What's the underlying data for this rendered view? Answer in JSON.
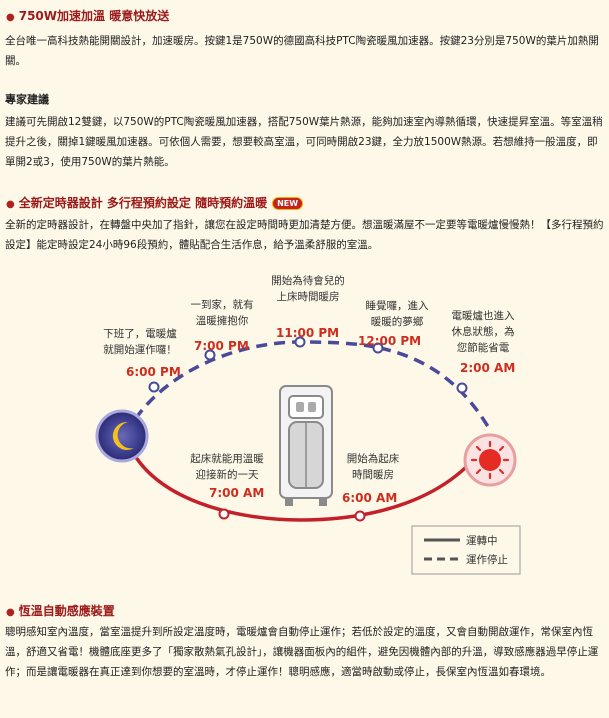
{
  "section1": {
    "title": "750W加速加溫 暖意快放送",
    "body": "全台唯一高科技熱能開關設計，加速暖房。按鍵1是750W的德國高科技PTC陶瓷暖風加速器。按鍵23分別是750W的葉片加熱開關。"
  },
  "expert": {
    "title": "專家建議",
    "body": "建議可先開啟12雙鍵，以750W的PTC陶瓷暖風加速器，搭配750W葉片熱源，能夠加速室內導熱循環，快速提昇室溫。等室溫稍提升之後，關掉1鍵暖風加速器。可依個人需要，想要較高室溫，可同時開啟23鍵，全力放1500W熱源。若想維持一般溫度，即單開2或3，使用750W的葉片熱能。"
  },
  "section2": {
    "title": "全新定時器設計 多行程預約設定 隨時預約溫暖",
    "badge": "NEW",
    "body": "全新的定時器設計，在轉盤中央加了指針，讓您在設定時間時更加清楚方便。想溫暖滿屋不一定要等電暖爐慢慢熱！【多行程預約設定】能定時設定24小時96段預約，體貼配合生活作息，給予溫柔舒服的室溫。"
  },
  "diagram": {
    "labels": {
      "l1100_desc": [
        "開始為待會兒的",
        "上床時間暖房"
      ],
      "l700_desc": [
        "一到家，就有",
        "溫暖擁抱你"
      ],
      "l600_desc": [
        "下班了，電暖爐",
        "就開始運作囉！"
      ],
      "l1200_desc": [
        "睡覺囉，進入",
        "暖暖的夢鄉"
      ],
      "l200_desc": [
        "電暖爐也進入",
        "休息狀態，為",
        "您節能省電"
      ],
      "l700am_desc": [
        "起床就能用溫暖",
        "迎接新的一天"
      ],
      "l600am_desc": [
        "開始為起床",
        "時間暖房"
      ]
    },
    "times": {
      "t1100pm": "11:00 PM",
      "t700pm": "7:00 PM",
      "t600pm": "6:00 PM",
      "t1200pm": "12:00 PM",
      "t200am": "2:00 AM",
      "t700am": "7:00 AM",
      "t600am": "6:00 AM"
    },
    "legend": {
      "running": "運轉中",
      "stopped": "運作停止"
    },
    "colors": {
      "running": "#c4202a",
      "stopped": "#4a4a9a",
      "time_text": "#cc2e1f",
      "desc_text": "#333333"
    }
  },
  "section3": {
    "title": "恆溫自動感應裝置",
    "body": "聰明感知室內溫度，當室溫提升到所設定溫度時，電暖爐會自動停止運作；若低於設定的溫度，又會自動開啟運作，常保室內恆溫，舒適又省電！機體底座更多了「獨家散熱氣孔設計」，讓機器面板內的組件，避免因機體內部的升溫，導致感應器過早停止運作；而是讓電暖器在真正達到你想要的室溫時，才停止運作！聰明感應，適當時啟動或停止，長保室內恆溫如春環境。"
  }
}
